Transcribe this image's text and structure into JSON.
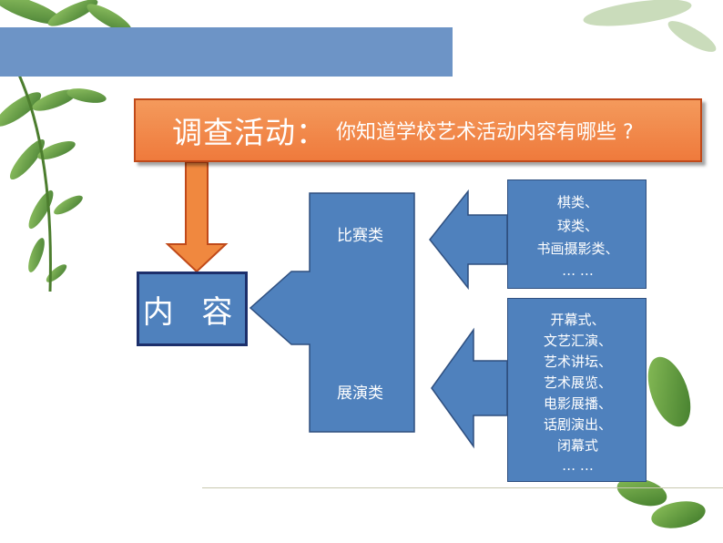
{
  "title": {
    "main": "调查活动：",
    "sub": "你知道学校艺术活动内容有哪些 ?"
  },
  "center": {
    "label": "内 容"
  },
  "categories": [
    {
      "label": "比赛类"
    },
    {
      "label": "展演类"
    }
  ],
  "competition_items": [
    "棋类、",
    "球类、",
    "书画摄影类、",
    "… …"
  ],
  "performance_items": [
    "开幕式、",
    "文艺汇演、",
    "艺术讲坛、",
    "艺术展览、",
    "电影展播、",
    "话剧演出、",
    "闭幕式",
    "… …"
  ],
  "colors": {
    "banner": "#ef7a3c",
    "shape_blue": "#4f81bd",
    "top_bar": "#6d94c6",
    "leaf_green": "#5f9a3a"
  },
  "icons": [
    "fern-leaf-decoration"
  ]
}
